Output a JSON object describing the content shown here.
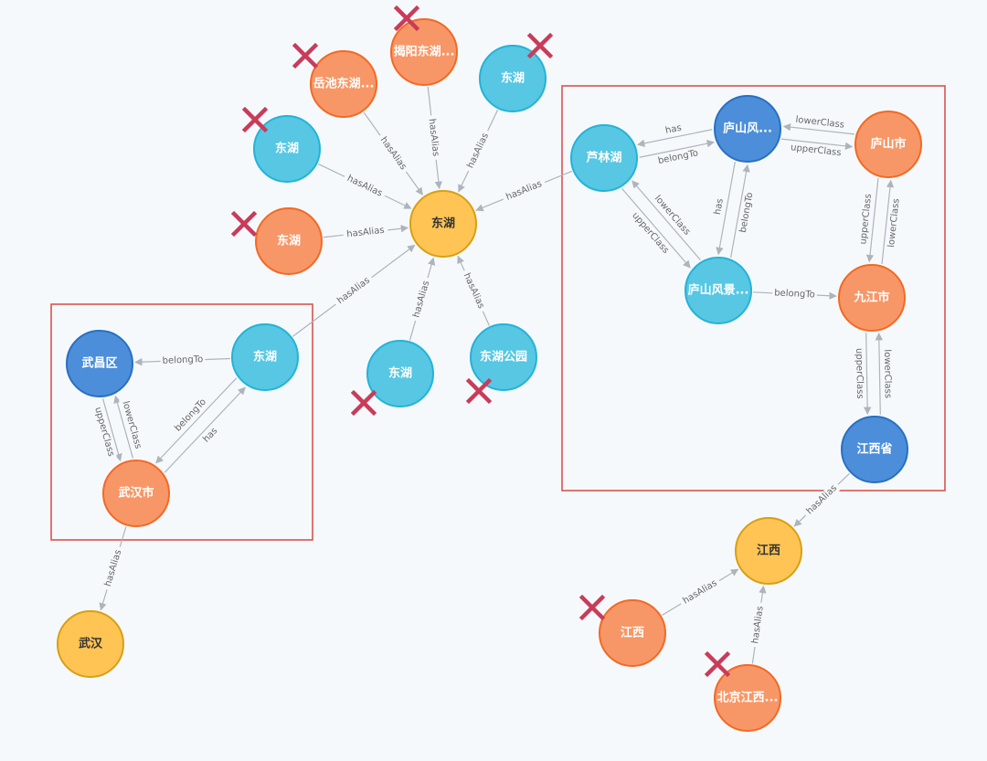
{
  "colors": {
    "background": "#f6f9fc",
    "edge": "#aeb4bb",
    "edge_label": "#666666",
    "box": "#d9534f",
    "cross": "#c83c5a",
    "node": {
      "orange": {
        "fill": "#f79767",
        "stroke": "#f36924"
      },
      "cyan": {
        "fill": "#57c7e3",
        "stroke": "#23b3d7"
      },
      "blue": {
        "fill": "#4c8eda",
        "stroke": "#2870c2"
      },
      "yellow": {
        "fill": "#ffc454",
        "stroke": "#d7a013"
      }
    }
  },
  "nodes": [
    {
      "id": "n_center",
      "label": "东湖",
      "color": "yellow",
      "removed": false
    },
    {
      "id": "n_yuechi",
      "label": "岳池东湖...",
      "color": "orange",
      "removed": true
    },
    {
      "id": "n_jieyang",
      "label": "揭阳东湖...",
      "color": "orange",
      "removed": true
    },
    {
      "id": "n_donghu_top",
      "label": "东湖",
      "color": "cyan",
      "removed": true
    },
    {
      "id": "n_donghu_left1",
      "label": "东湖",
      "color": "cyan",
      "removed": true
    },
    {
      "id": "n_donghu_left2",
      "label": "东湖",
      "color": "orange",
      "removed": true
    },
    {
      "id": "n_donghu_bottom",
      "label": "东湖",
      "color": "cyan",
      "removed": true
    },
    {
      "id": "n_donghu_park",
      "label": "东湖公园",
      "color": "cyan",
      "removed": true
    },
    {
      "id": "n_donghu_wuhan",
      "label": "东湖",
      "color": "cyan",
      "removed": false
    },
    {
      "id": "n_wuchang",
      "label": "武昌区",
      "color": "blue",
      "removed": false
    },
    {
      "id": "n_wuhan_city",
      "label": "武汉市",
      "color": "orange",
      "removed": false
    },
    {
      "id": "n_wuhan",
      "label": "武汉",
      "color": "yellow",
      "removed": false
    },
    {
      "id": "n_lulin",
      "label": "芦林湖",
      "color": "cyan",
      "removed": false
    },
    {
      "id": "n_lushan_feng",
      "label": "庐山风...",
      "color": "blue",
      "removed": false
    },
    {
      "id": "n_lushan_city",
      "label": "庐山市",
      "color": "orange",
      "removed": false
    },
    {
      "id": "n_lushan_jing",
      "label": "庐山风景...",
      "color": "cyan",
      "removed": false
    },
    {
      "id": "n_jiujiang",
      "label": "九江市",
      "color": "orange",
      "removed": false
    },
    {
      "id": "n_jiangxi_prov",
      "label": "江西省",
      "color": "blue",
      "removed": false
    },
    {
      "id": "n_jiangxi",
      "label": "江西",
      "color": "yellow",
      "removed": false
    },
    {
      "id": "n_jiangxi_alias",
      "label": "江西",
      "color": "orange",
      "removed": true
    },
    {
      "id": "n_beijing_jx",
      "label": "北京江西...",
      "color": "orange",
      "removed": true
    }
  ],
  "edges": [
    {
      "from": "n_yuechi",
      "to": "n_center",
      "label": "hasAlias"
    },
    {
      "from": "n_jieyang",
      "to": "n_center",
      "label": "hasAlias"
    },
    {
      "from": "n_donghu_top",
      "to": "n_center",
      "label": "hasAlias"
    },
    {
      "from": "n_donghu_left1",
      "to": "n_center",
      "label": "hasAlias"
    },
    {
      "from": "n_donghu_left2",
      "to": "n_center",
      "label": "hasAlias"
    },
    {
      "from": "n_donghu_bottom",
      "to": "n_center",
      "label": "hasAlias"
    },
    {
      "from": "n_donghu_park",
      "to": "n_center",
      "label": "hasAlias"
    },
    {
      "from": "n_donghu_wuhan",
      "to": "n_center",
      "label": "hasAlias"
    },
    {
      "from": "n_lulin",
      "to": "n_center",
      "label": "hasAlias"
    },
    {
      "from": "n_donghu_wuhan",
      "to": "n_wuchang",
      "label": "belongTo"
    },
    {
      "from": "n_wuchang",
      "to": "n_wuhan_city",
      "label": "upperClass"
    },
    {
      "from": "n_wuhan_city",
      "to": "n_wuchang",
      "label": "lowerClass"
    },
    {
      "from": "n_donghu_wuhan",
      "to": "n_wuhan_city",
      "label": "belongTo"
    },
    {
      "from": "n_wuhan_city",
      "to": "n_donghu_wuhan",
      "label": "has"
    },
    {
      "from": "n_wuhan_city",
      "to": "n_wuhan",
      "label": "hasAlias"
    },
    {
      "from": "n_lushan_feng",
      "to": "n_lulin",
      "label": "has"
    },
    {
      "from": "n_lulin",
      "to": "n_lushan_feng",
      "label": "belongTo"
    },
    {
      "from": "n_lushan_feng",
      "to": "n_lushan_city",
      "label": "upperClass"
    },
    {
      "from": "n_lushan_city",
      "to": "n_lushan_feng",
      "label": "lowerClass"
    },
    {
      "from": "n_lulin",
      "to": "n_lushan_jing",
      "label": "upperClass"
    },
    {
      "from": "n_lushan_jing",
      "to": "n_lulin",
      "label": "lowerClass"
    },
    {
      "from": "n_lushan_jing",
      "to": "n_lushan_feng",
      "label": "belongTo"
    },
    {
      "from": "n_lushan_feng",
      "to": "n_lushan_jing",
      "label": "has"
    },
    {
      "from": "n_lushan_jing",
      "to": "n_jiujiang",
      "label": "belongTo"
    },
    {
      "from": "n_lushan_city",
      "to": "n_jiujiang",
      "label": "upperClass"
    },
    {
      "from": "n_jiujiang",
      "to": "n_lushan_city",
      "label": "lowerClass"
    },
    {
      "from": "n_jiujiang",
      "to": "n_jiangxi_prov",
      "label": "upperClass"
    },
    {
      "from": "n_jiangxi_prov",
      "to": "n_jiujiang",
      "label": "lowerClass"
    },
    {
      "from": "n_jiangxi_prov",
      "to": "n_jiangxi",
      "label": "hasAlias"
    },
    {
      "from": "n_jiangxi_alias",
      "to": "n_jiangxi",
      "label": "hasAlias"
    },
    {
      "from": "n_beijing_jx",
      "to": "n_jiangxi",
      "label": "hasAlias"
    }
  ]
}
